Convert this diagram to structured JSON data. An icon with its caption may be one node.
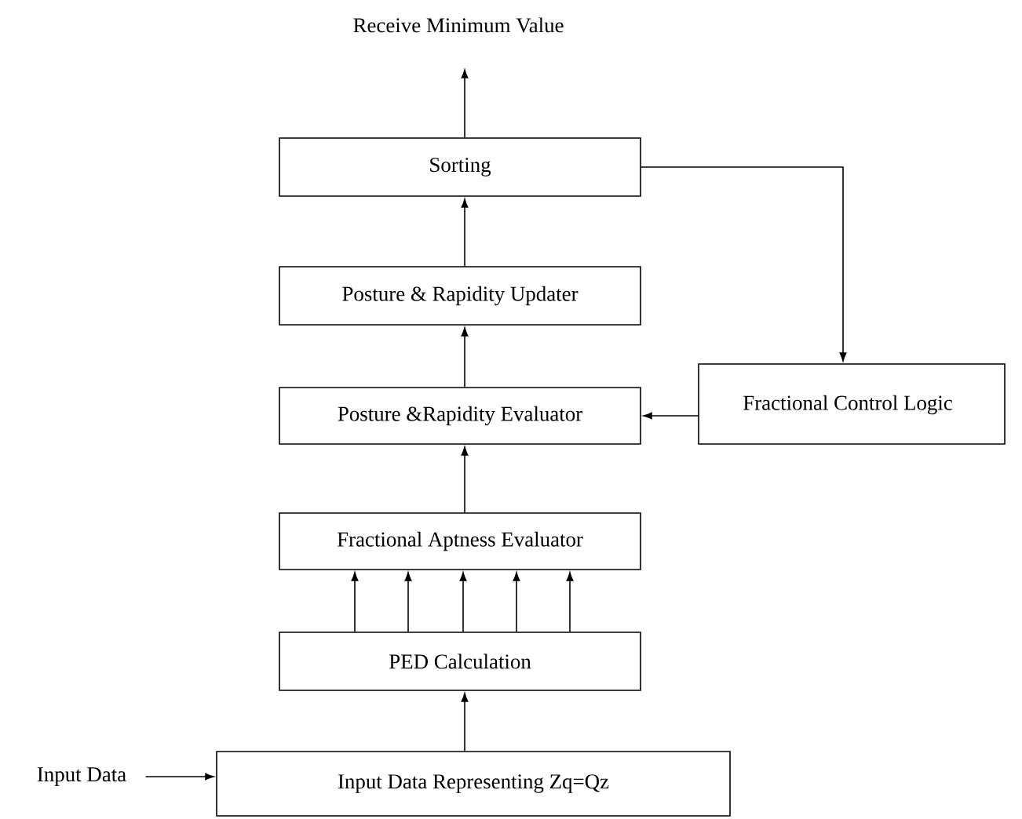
{
  "diagram": {
    "nodes": [
      {
        "text": [
          "Receive Minimum Value"
        ]
      },
      {
        "text": [
          "Sorting"
        ]
      },
      {
        "text": [
          "Posture & Rapidity Updater"
        ]
      },
      {
        "text": [
          "Posture &Rapidity Evaluator"
        ]
      },
      {
        "text": [
          "Fractional Control Logic"
        ]
      },
      {
        "text": [
          "Fractional Aptness Evaluator"
        ]
      },
      {
        "text": [
          "PED Calculation"
        ]
      },
      {
        "text": [
          "Input Data Representing  Zq=Qz"
        ]
      },
      {
        "text": [
          "Input  Data"
        ]
      }
    ],
    "edges": [
      {
        "from": 8,
        "to": 7,
        "arrow": "to"
      },
      {
        "from": 7,
        "to": 6,
        "arrow": "to"
      },
      {
        "from": 6,
        "to": 5,
        "arrow": "to"
      },
      {
        "from": 6,
        "to": 5,
        "arrow": "to"
      },
      {
        "from": 6,
        "to": 5,
        "arrow": "to"
      },
      {
        "from": 6,
        "to": 5,
        "arrow": "to"
      },
      {
        "from": 6,
        "to": 5,
        "arrow": "to"
      },
      {
        "from": 5,
        "to": 3,
        "arrow": "to"
      },
      {
        "from": 3,
        "to": 2,
        "arrow": "to"
      },
      {
        "from": 2,
        "to": 1,
        "arrow": "to"
      },
      {
        "from": 1,
        "to": 0,
        "arrow": "to"
      },
      {
        "from": 1,
        "to": 4,
        "arrow": "to"
      },
      {
        "from": 4,
        "to": 3,
        "arrow": "to"
      }
    ]
  }
}
